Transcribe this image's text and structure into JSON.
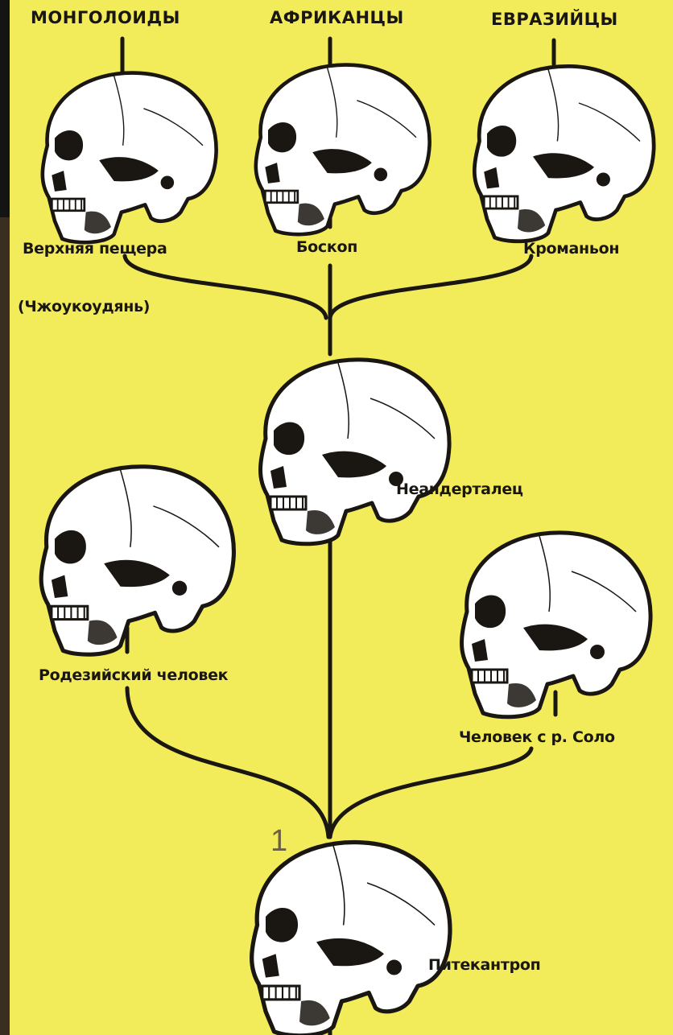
{
  "headers": {
    "mongoloids": "МОНГОЛОИДЫ",
    "africans": "АФРИКАНЦЫ",
    "eurasians": "ЕВРАЗИЙЦЫ"
  },
  "labels": {
    "upper_cave": "Верхняя пещера",
    "upper_cave_sub": "(Чжоукоудянь)",
    "boskop": "Боскоп",
    "cromagnon": "Кроманьон",
    "neanderthal": "Неандерталец",
    "rhodesian": "Родезийский человек",
    "solo": "Человек с р. Соло",
    "pithecanthropus": "Питекантроп"
  },
  "marker": "1",
  "colors": {
    "paper": "#f3ec5a",
    "ink": "#1a1612",
    "bone": "#ffffff"
  }
}
